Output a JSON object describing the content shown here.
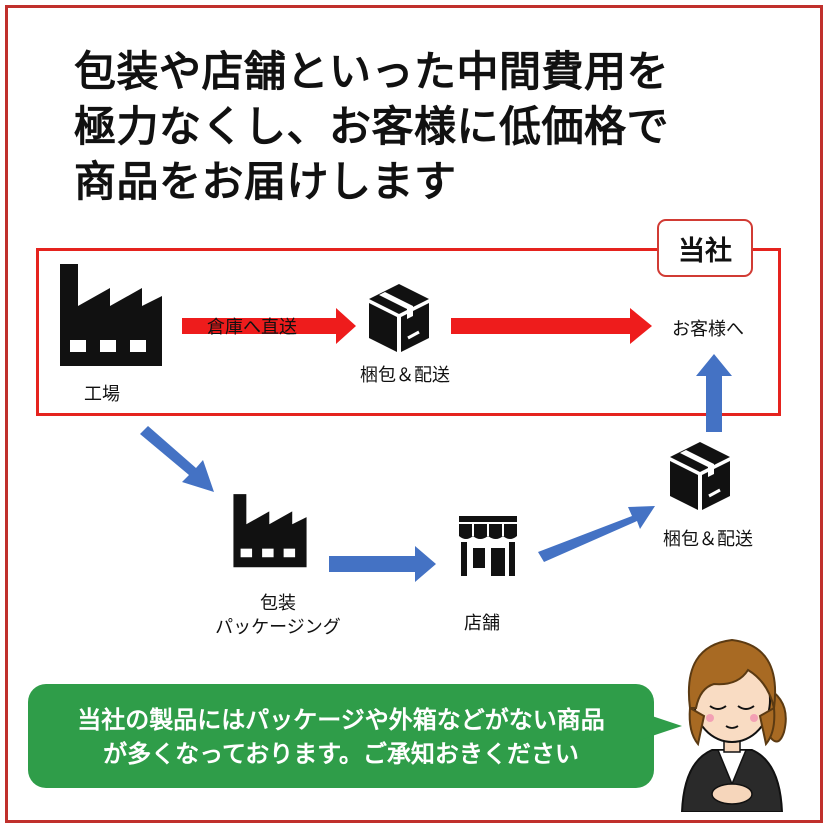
{
  "headline": {
    "line1": "包装や店舗といった中間費用を",
    "line2": "極力なくし、お客様に低価格で",
    "line3": "商品をお届けします"
  },
  "company_tag": "当社",
  "nodes": {
    "factory_label": "工場",
    "direct_ship_label": "倉庫へ直送",
    "pack_ship_top_label": "梱包＆配送",
    "customer_label": "お客様へ",
    "packaging_label_line1": "包装",
    "packaging_label_line2": "パッケージング",
    "store_label": "店舗",
    "pack_ship_right_label": "梱包＆配送"
  },
  "notice": {
    "line1": "当社の製品にはパッケージや外箱などがない商品",
    "line2": "が多くなっております。ご承知おきください"
  },
  "icons": {
    "factory": "factory-icon",
    "box": "package-box-icon",
    "store": "storefront-icon",
    "person": "customer-service-woman-illustration"
  },
  "colors": {
    "frame": "#c0302c",
    "company_box": "#e5231e",
    "red_arrow": "#ee1c1c",
    "blue_arrow": "#4472c4",
    "notice_bg": "#2f9d49",
    "hair": "#a86a23",
    "suit": "#2a2a2a"
  }
}
